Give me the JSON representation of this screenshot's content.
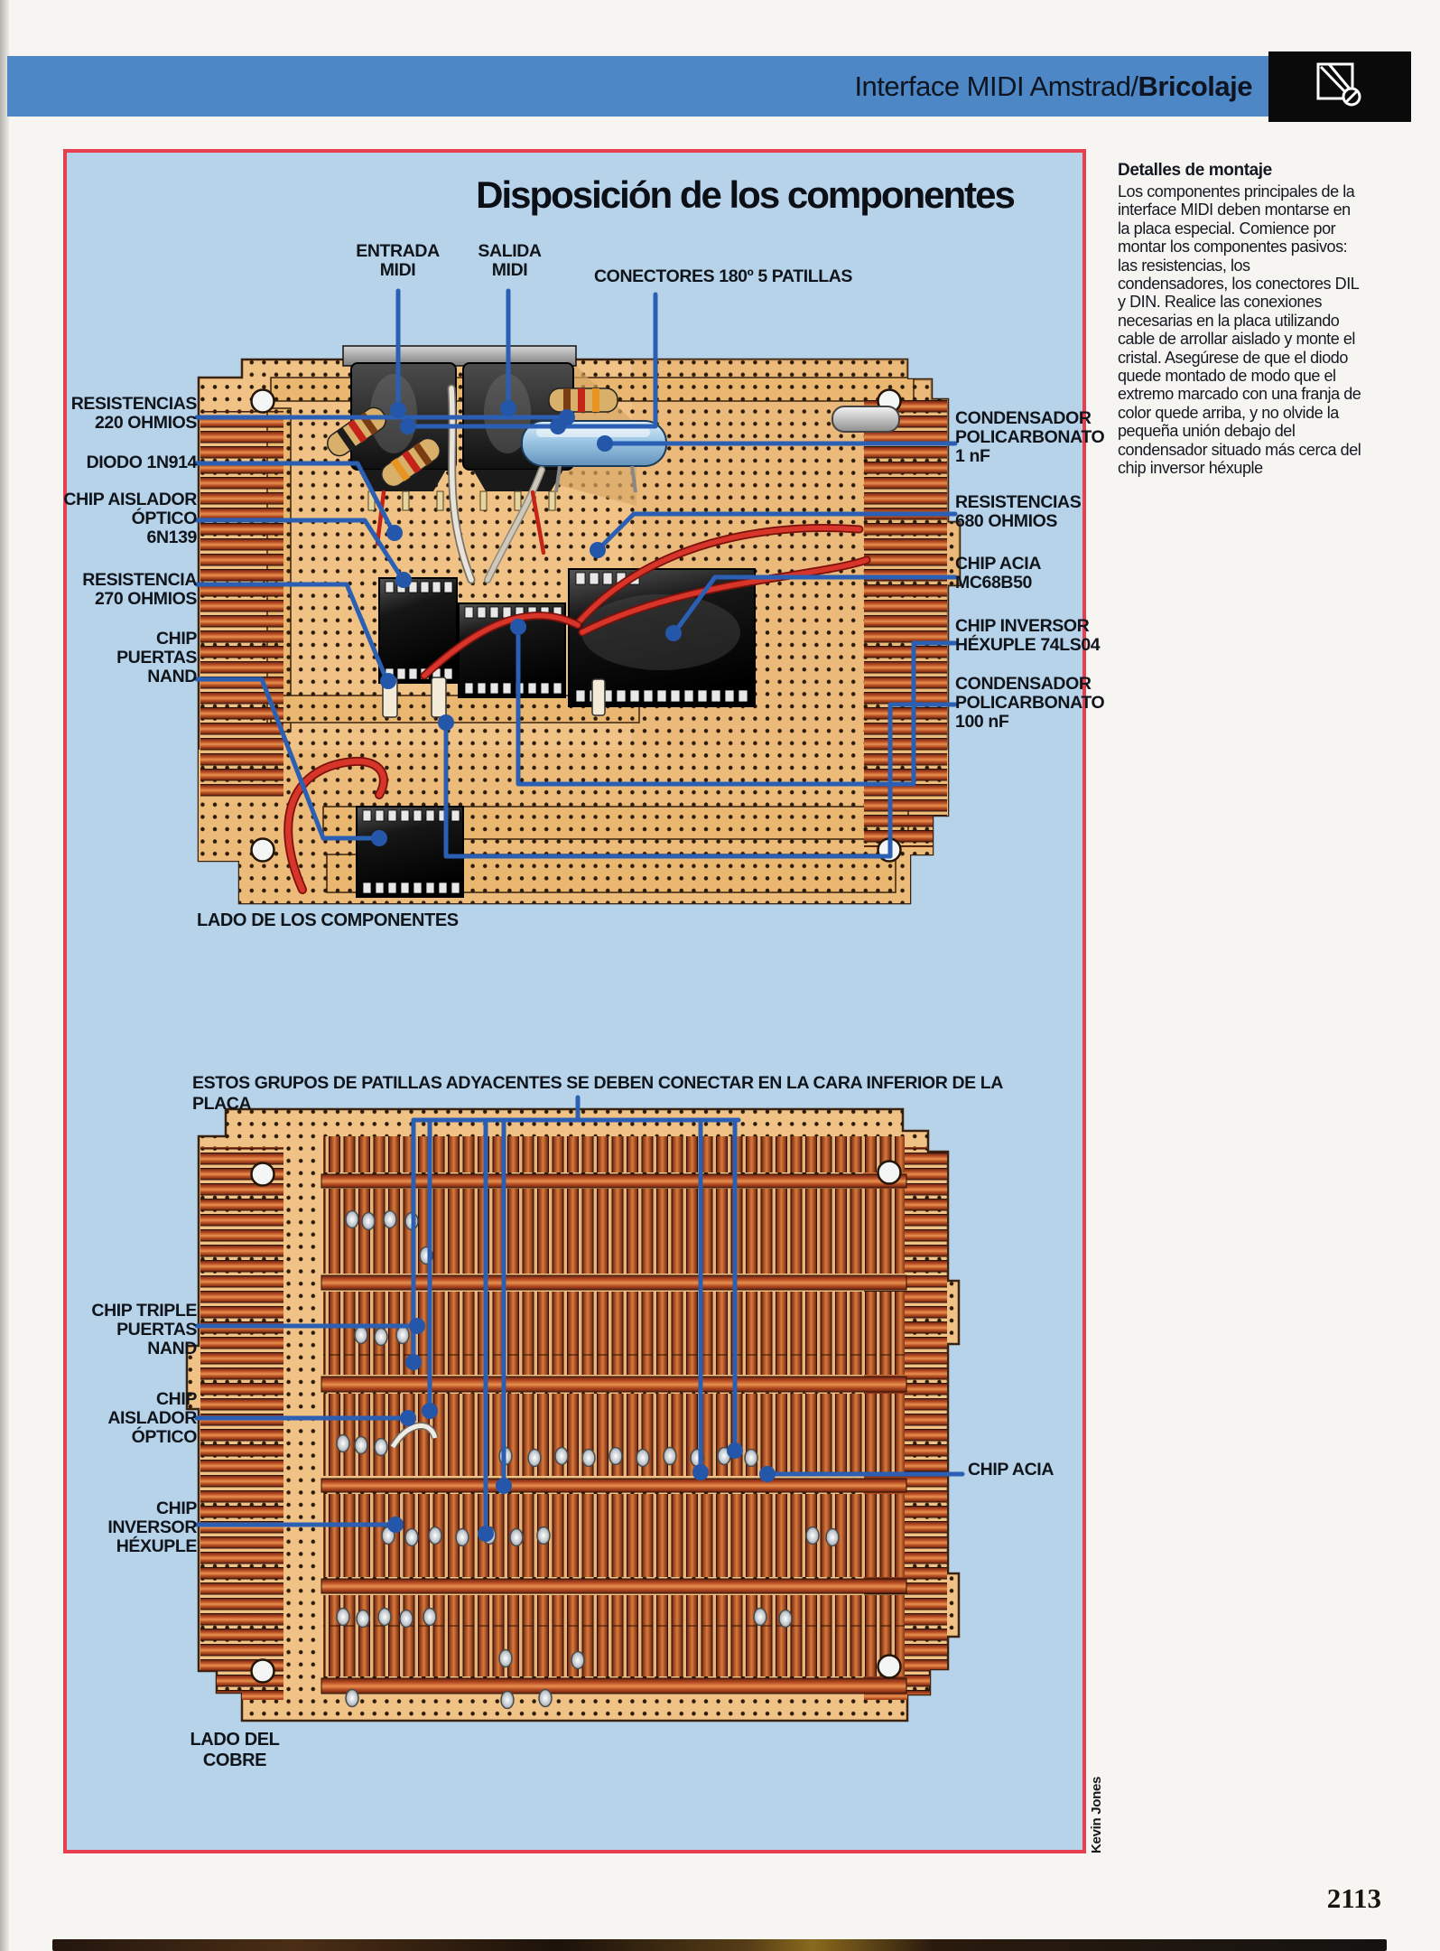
{
  "colors": {
    "header_blue": "#4d87c6",
    "panel_blue": "#b7d3e9",
    "panel_border_red": "#e83f50",
    "board_tan": "#f1c286",
    "copper": "#b84e25",
    "leader_blue": "#2a5fb4",
    "ink": "#10151c"
  },
  "header": {
    "title_regular": "Interface MIDI Amstrad/",
    "title_bold": "Bricolaje",
    "icon": "drafting-tool-icon"
  },
  "figure": {
    "title": "Disposición de los componentes",
    "component_side": {
      "caption": "LADO DE LOS COMPONENTES",
      "top_labels": [
        {
          "text": "ENTRADA\nMIDI"
        },
        {
          "text": "SALIDA\nMIDI"
        },
        {
          "text": "CONECTORES 180º 5 PATILLAS"
        }
      ],
      "left_labels": [
        {
          "text": "RESISTENCIAS\n220 OHMIOS"
        },
        {
          "text": "DIODO 1N914"
        },
        {
          "text": "CHIP AISLADOR\nÓPTICO\n6N139"
        },
        {
          "text": "RESISTENCIA\n270 OHMIOS"
        },
        {
          "text": "CHIP\nPUERTAS\nNAND"
        }
      ],
      "right_labels": [
        {
          "text": "CONDENSADOR\nPOLICARBONATO\n1 nF"
        },
        {
          "text": "RESISTENCIAS\n680 OHMIOS"
        },
        {
          "text": "CHIP ACIA\nMC68B50"
        },
        {
          "text": "CHIP INVERSOR\nHÉXUPLE 74LS04"
        },
        {
          "text": "CONDENSADOR\nPOLICARBONATO\n100 nF"
        }
      ]
    },
    "connection_note": "ESTOS GRUPOS DE PATILLAS ADYACENTES SE DEBEN CONECTAR EN LA CARA INFERIOR DE LA PLACA",
    "copper_side": {
      "caption": "LADO DEL\nCOBRE",
      "left_labels": [
        {
          "text": "CHIP TRIPLE\nPUERTAS\nNAND"
        },
        {
          "text": "CHIP\nAISLADOR\nÓPTICO"
        },
        {
          "text": "CHIP\nINVERSOR\nHÉXUPLE"
        }
      ],
      "right_labels": [
        {
          "text": "CHIP ACIA"
        }
      ]
    }
  },
  "sidebar": {
    "heading": "Detalles de montaje",
    "body": "Los componentes principales de la interface MIDI deben montarse en la placa especial. Comience por montar los componentes pasivos: las resistencias, los condensadores, los conectores DIL y DIN. Realice las conexiones necesarias en la placa utilizando cable de arrollar aislado y monte el cristal. Asegúrese de que el diodo quede montado de modo que el extremo marcado con una franja de color quede arriba, y no olvide la pequeña unión debajo del condensador situado más cerca del chip inversor héxuple"
  },
  "footer": {
    "page_number": "2113",
    "credit": "Kevin Jones"
  }
}
